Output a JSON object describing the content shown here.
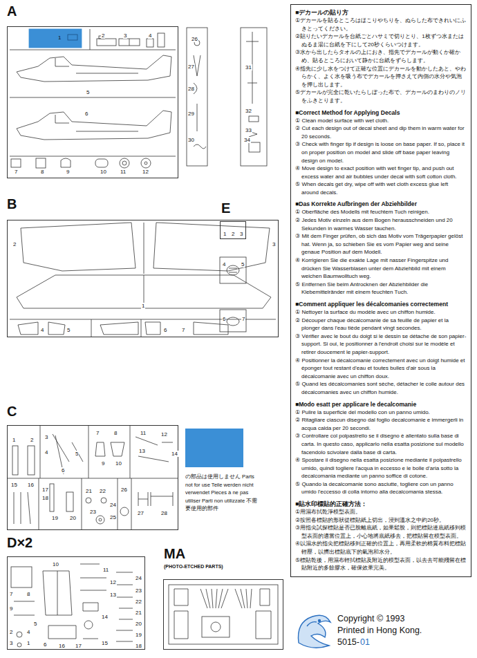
{
  "diagram": {
    "nodes": [
      {
        "text": [
          "■デカールの貼り方",
          "①デカールを貼るところはほこりやちりを、ぬらした布できれいにふきとってください。",
          "②貼りたいデカールを台紙ごとハサミで切りとり、1枚ずつ水またはぬるま湯に台紙を下にして20秒くらいつけます。",
          "③水から出したらタオルの上におき、指先でデカールが動くか確かめ、貼るところにおいて静かに台紙をずらします。",
          "④指先に少し水をつけて正確な位置にデカールを動かしたあと、やわらかく、よく水を吸う布でデカールを押さえて内側の水分や気泡を押し出します。",
          "⑤デカールが完全に乾いたらしぼった布で、デカールのまわりのノリをふきとります。",
          "■Correct Method for Applying Decals",
          "① Clean model surface with wet cloth.",
          "② Cut each design out of decal sheet and dip them in warm water for 20 seconds.",
          "③ Check with finger tip if design is loose on base paper. If so, place it on proper position on model and slide off base paper leaving design on model.",
          "④ Move design to exact position with wet finger tip, and push out excess water and air bubbles under decal with soft cotton cloth.",
          "⑤ When decals get dry, wipe off with wet cloth excess glue left around decals.",
          "■Das Korrekte Aufbringen der Abziehbilder",
          "① Oberfläche des Modells mit feuchtem Tuch reinigen.",
          "② Jedes Motiv einzeln aus dem Bogen herausschneiden und 20 Sekunden in warmes Wasser tauchen.",
          "③ Mit dem Finger prüfen, ob sich das Motiv vom Trägerpapier gelöst hat. Wenn ja, so schieben Sie es vom Papier weg and seine genaue Position auf dem Modell.",
          "④ Korrigieren Sie die exakte Lage mit nasser Fingerspitze und drücken Sie Wasserblasen unter dem Abziehbild mit einem weichen Baumwolltuch weg.",
          "⑤ Entfernen Sie beim Antrocknen der Abziehbilder die Klebemittelränder mit einem feuchten Tuch.",
          "■Comment appliquer les décalcomanies correctement",
          "① Nettoyer la surface du modèle avec un chiffon humide.",
          "② Découper chaque décalcomanie de sa feuille de papier et la plonger dans l'eau tiède pendant vingt secondes.",
          "③ Vérifier avec le bout du doigt si le dessin se détache de son papier-support. Si oui, le positionner à l'endroit choisi sur le modèle et retirer doucement le papier-support.",
          "④ Positionner la décalcomanie correctement avec un doigt humide et éponger tout restant d'eau et toutes bulles d'air sous la décalcomanie avec un chiffon doux.",
          "⑤ Quand les décalcomanies sont sèche, détacher le colle autour des décalcomanies avec un chiffon humide.",
          "■Modo esatt per applicare le decalcomanie",
          "① Pulire la superficie del modello con un panno umido.",
          "② Ritagliare ciascun disegno dal foglio decalcomanie e immergerli in acqua calda per 20 secondi.",
          "③ Controllare col polpastrello se il disegno è allentato sulla base di carta. In questo caso, applicarlo nella esatta posizione sul modello facendolo scivolare dalla base di carta.",
          "④ Spostare il disegno nella esatta posizione mediante il polpastrello umido, quindi togliere l'acqua in eccesso e le bolle d'aria sotto la decalcomania mediante un panno soffice di cotone.",
          "⑤ Quando la decalcomanie sono asciutte, togliere con un panno umido l'eccesso di colla intorno alla decalcomania stessa.",
          "■貼水印標貼的正確方法：",
          "①用濕布拭乾淨模型表面。",
          "②按照各標貼的形狀從標貼紙上切出，浸到溫水之中約20秒。",
          "③用指尖試探標貼是否已脫離底紙，如果鬆脫，則把標貼連底紙移到模型表面的適當位置上，小心地將底紙移去，把標貼留在模型表面。",
          "④以濕水的指尖把標貼移到正確的位置上，再用柔軟的棉質布料把標貼輕壓，以擠出標貼底下的氣泡和水分。",
          "⑤標貼乾後，用濕布輕拭標貼及附近的模型表面，以去去可能殘留在標貼附近的多餘膠水，確保效果完美。"
        ]
      },
      {
        "text": [
          "A"
        ]
      },
      {
        "text": [
          "B"
        ]
      },
      {
        "text": [
          "E"
        ]
      },
      {
        "text": [
          "C"
        ]
      },
      {
        "text": [
          "D×2"
        ]
      },
      {
        "text": [
          "MA",
          "(PHOTO-ETCHED PARTS)"
        ]
      }
    ],
    "labels": [
      "1",
      "2",
      "3",
      "4",
      "5",
      "6",
      "7",
      "8",
      "9",
      "10",
      "11",
      "12",
      "26",
      "27",
      "28",
      "29",
      "30",
      "31",
      "32",
      "33",
      "34",
      "2",
      "3",
      "1",
      "4",
      "5",
      "6",
      "7",
      "1",
      "2",
      "3",
      "4",
      "5",
      "6",
      "7",
      "1",
      "2",
      "3",
      "4",
      "5",
      "6",
      "7",
      "8",
      "9",
      "10",
      "11",
      "12",
      "13",
      "14",
      "15",
      "16",
      "17",
      "18",
      "19",
      "20",
      "21",
      "22",
      "23",
      "24",
      "25",
      "26",
      "27",
      "28",
      "1",
      "2",
      "3",
      "4",
      "5",
      "6",
      "7",
      "8",
      "9",
      "10",
      "11",
      "12",
      "13",
      "14",
      "15",
      "16",
      "17",
      "18",
      "19",
      "20",
      "21",
      "22",
      "23",
      "24",
      "Copyright © 1993",
      "Printed in Hong Kong.",
      "5015-",
      "01"
    ],
    "legend": [
      {
        "text": "の部品は使用しません Parts not for use Teile werden nicht verwendet Pieces à ne pas utiliser Parti non utilizzate 不需要使用的部件",
        "color": "#3b8fd6"
      }
    ]
  }
}
